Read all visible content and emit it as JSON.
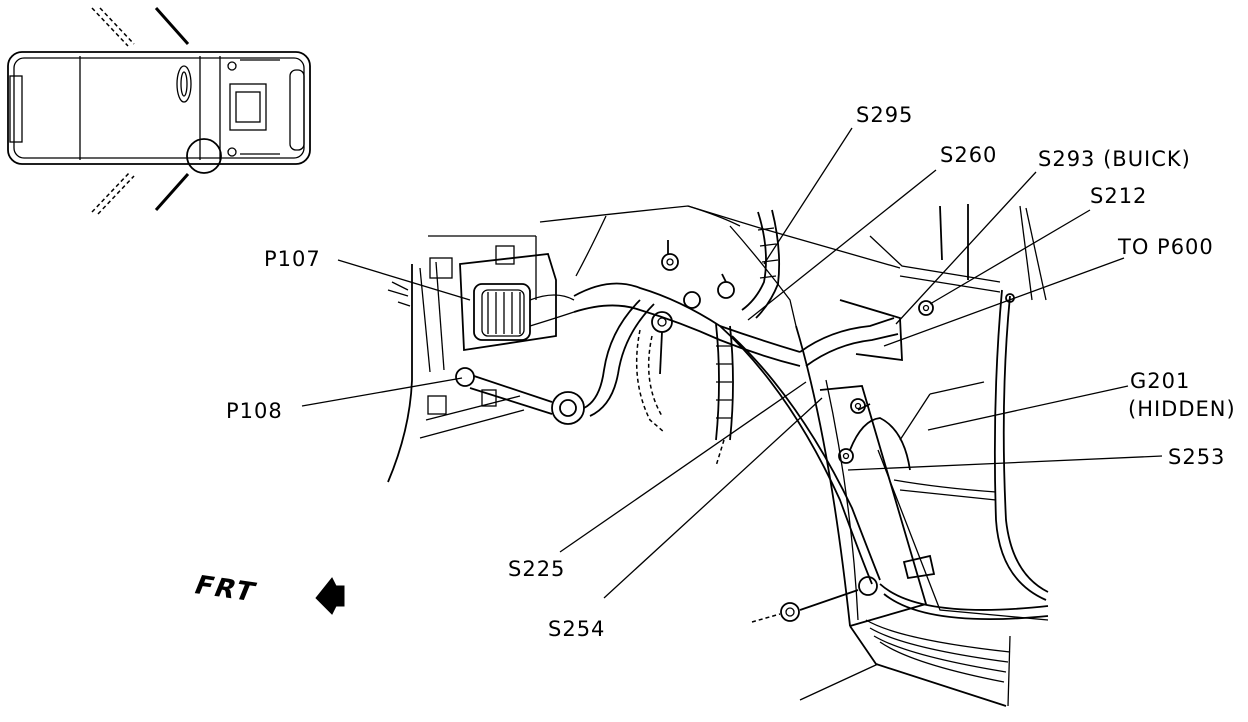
{
  "labels": {
    "p107": "P107",
    "p108": "P108",
    "s295": "S295",
    "s260": "S260",
    "s293": "S293 (BUICK)",
    "s212": "S212",
    "to_p600": "TO P600",
    "g201": "G201",
    "g201_hidden": "(HIDDEN)",
    "s253": "S253",
    "s225": "S225",
    "s254": "S254",
    "frt": "FRT"
  }
}
